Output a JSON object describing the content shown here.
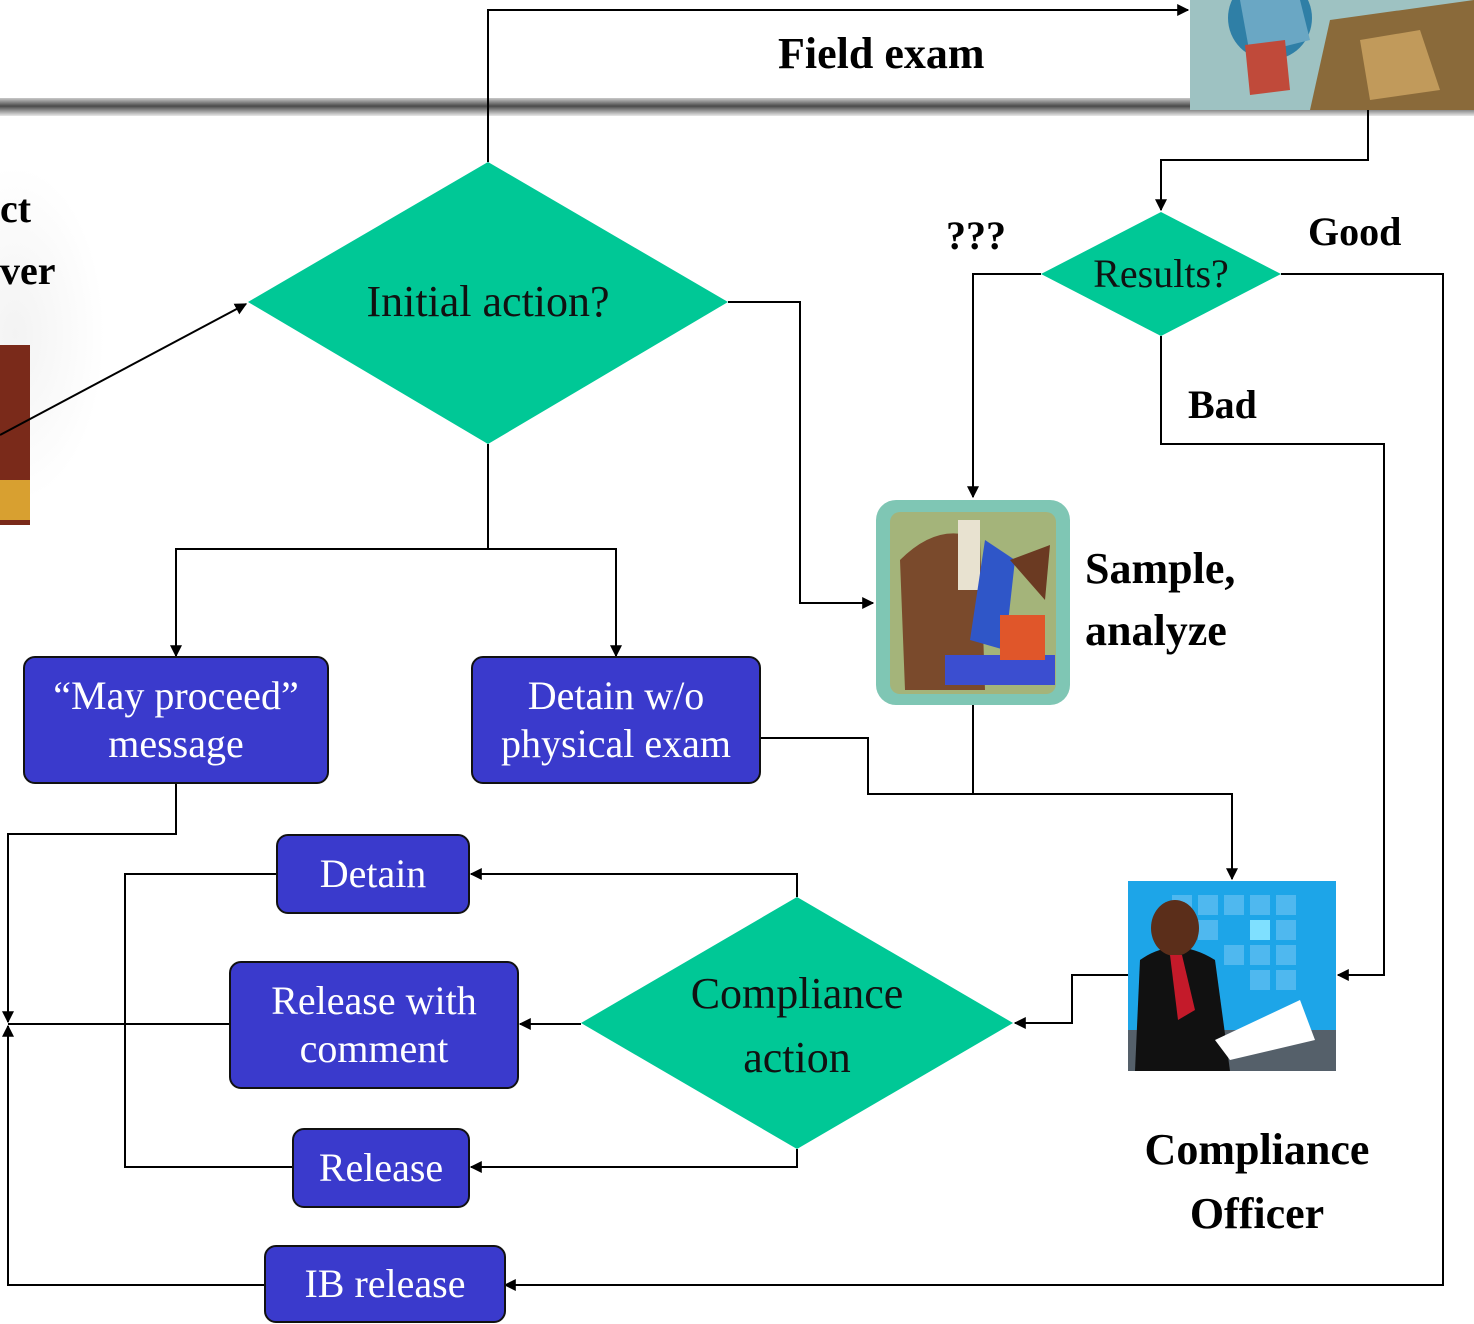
{
  "decisions": {
    "initial": "Initial action?",
    "results": "Results?",
    "compliance": [
      "Compliance",
      "action"
    ]
  },
  "boxes": {
    "may_proceed": [
      "“May proceed”",
      "message"
    ],
    "detain_no_exam": [
      "Detain w/o",
      "physical exam"
    ],
    "detain": "Detain",
    "release_comment": [
      "Release with",
      "comment"
    ],
    "release": "Release",
    "ib_release": "IB release"
  },
  "labels": {
    "field_exam": "Field exam",
    "unknown": "???",
    "good": "Good",
    "bad": "Bad",
    "sample": [
      "Sample,",
      "analyze"
    ],
    "officer": [
      "Compliance",
      "Officer"
    ],
    "cut_left": [
      "ct",
      "ver"
    ]
  },
  "colors": {
    "decision_fill": "#00c896",
    "box_fill": "#3a3acc",
    "line": "#000000"
  },
  "icons": [
    "globe-clipart-icon",
    "microscope-clipart-icon",
    "businessman-clipart-icon",
    "person-clipart-icon"
  ]
}
